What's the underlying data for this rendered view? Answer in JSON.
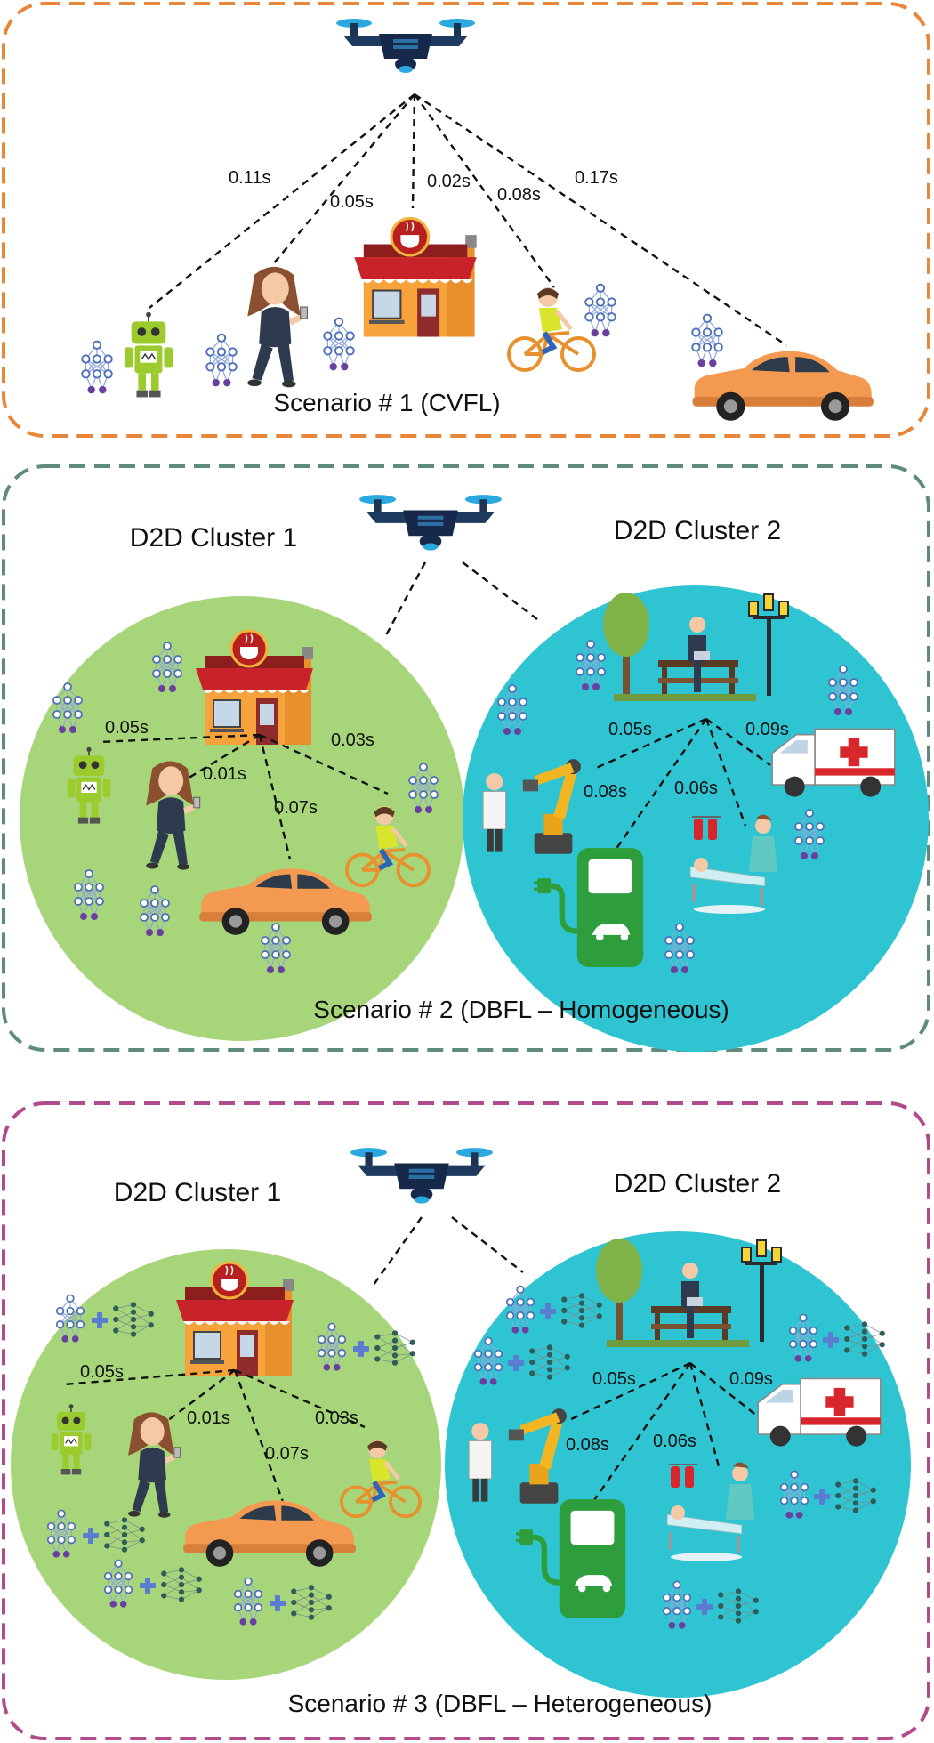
{
  "scenario1": {
    "title": "Scenario # 1 (CVFL)",
    "latencies": [
      "0.11s",
      "0.05s",
      "0.02s",
      "0.08s",
      "0.17s"
    ],
    "frame_color": "#E8873A"
  },
  "scenario2": {
    "title": "Scenario # 2 (DBFL – Homogeneous)",
    "cluster1": {
      "title": "D2D Cluster 1",
      "latencies": [
        "0.05s",
        "0.01s",
        "0.03s",
        "0.07s"
      ],
      "color": "#A7D67A"
    },
    "cluster2": {
      "title": "D2D Cluster 2",
      "latencies": [
        "0.05s",
        "0.09s",
        "0.08s",
        "0.06s"
      ],
      "color": "#2FC4D2"
    },
    "frame_color": "#5F8A7E"
  },
  "scenario3": {
    "title": "Scenario # 3 (DBFL – Heterogeneous)",
    "cluster1": {
      "title": "D2D Cluster 1",
      "latencies": [
        "0.05s",
        "0.01s",
        "0.03s",
        "0.07s"
      ]
    },
    "cluster2": {
      "title": "D2D Cluster 2",
      "latencies": [
        "0.05s",
        "0.09s",
        "0.08s",
        "0.06s"
      ]
    },
    "frame_color": "#B24A8E"
  },
  "icons": [
    "drone-icon",
    "robot-icon",
    "woman-phone-icon",
    "coffee-shop-icon",
    "cyclist-icon",
    "car-icon",
    "neural-network-icon",
    "park-bench-icon",
    "street-lamp-icon",
    "industrial-robot-arm-icon",
    "ambulance-icon",
    "ev-charging-station-icon",
    "hospital-patient-icon",
    "plus-icon"
  ]
}
